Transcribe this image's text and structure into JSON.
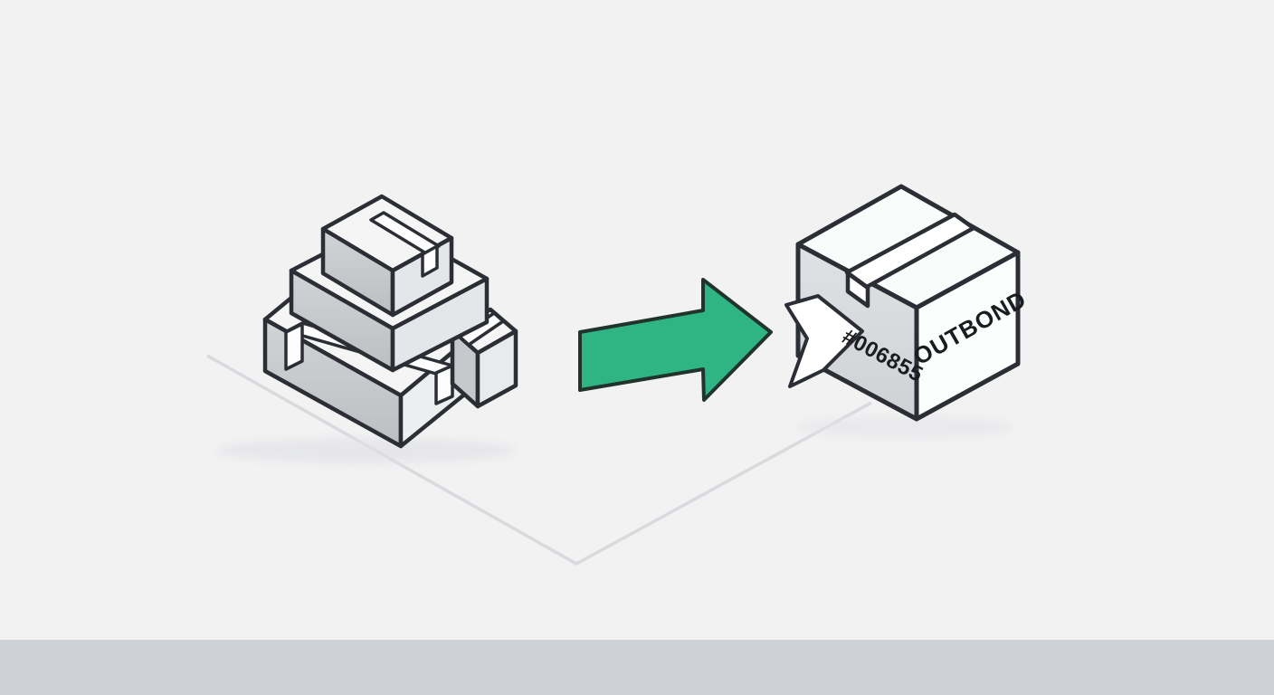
{
  "illustration": {
    "title": "outbound-packing-illustration",
    "outbound_box": {
      "id_label": "#006855",
      "side_label": "OUTBOND"
    },
    "icons": {
      "package_stack": "package-stack-icon",
      "transfer_arrow": "transfer-arrow-icon",
      "cursor_arrow": "cursor-arrow-icon",
      "tape_strip": "tape-strip"
    },
    "colors": {
      "background": "#f2f2f3",
      "floor_band": "#ced1d5",
      "floor_line": "#d9dade",
      "outline": "#2b2e34",
      "arrow_green": "#2fb585",
      "arrow_green_outline": "#20342c",
      "face_top": "#f5f5f6",
      "face_left": "#c7c9cc",
      "face_right": "#e4e6e9",
      "tape_white": "#fdfdfd"
    }
  }
}
